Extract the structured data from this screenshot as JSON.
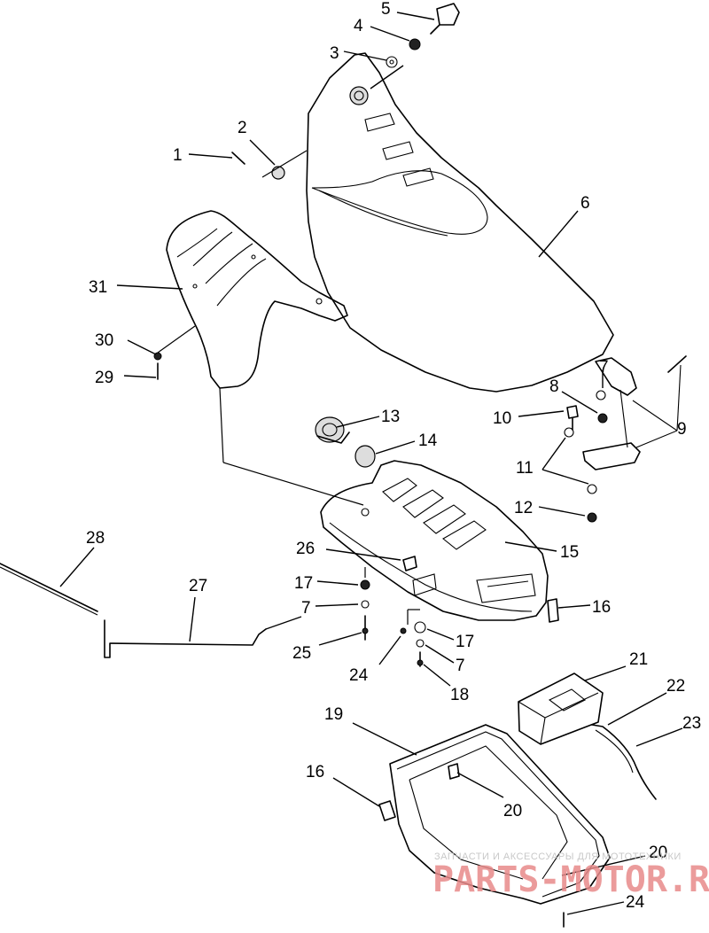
{
  "callouts": [
    {
      "id": "c1",
      "label": "1"
    },
    {
      "id": "c2",
      "label": "2"
    },
    {
      "id": "c3",
      "label": "3"
    },
    {
      "id": "c4",
      "label": "4"
    },
    {
      "id": "c5",
      "label": "5"
    },
    {
      "id": "c6",
      "label": "6"
    },
    {
      "id": "c7a",
      "label": "7"
    },
    {
      "id": "c8",
      "label": "8"
    },
    {
      "id": "c9",
      "label": "9"
    },
    {
      "id": "c10",
      "label": "10"
    },
    {
      "id": "c11",
      "label": "11"
    },
    {
      "id": "c12",
      "label": "12"
    },
    {
      "id": "c13",
      "label": "13"
    },
    {
      "id": "c14",
      "label": "14"
    },
    {
      "id": "c15",
      "label": "15"
    },
    {
      "id": "c16a",
      "label": "16"
    },
    {
      "id": "c17a",
      "label": "17"
    },
    {
      "id": "c7b",
      "label": "7"
    },
    {
      "id": "c25",
      "label": "25"
    },
    {
      "id": "c26",
      "label": "26"
    },
    {
      "id": "c24a",
      "label": "24"
    },
    {
      "id": "c17b",
      "label": "17"
    },
    {
      "id": "c7c",
      "label": "7"
    },
    {
      "id": "c18",
      "label": "18"
    },
    {
      "id": "c21",
      "label": "21"
    },
    {
      "id": "c22",
      "label": "22"
    },
    {
      "id": "c23",
      "label": "23"
    },
    {
      "id": "c19",
      "label": "19"
    },
    {
      "id": "c16b",
      "label": "16"
    },
    {
      "id": "c20a",
      "label": "20"
    },
    {
      "id": "c20b",
      "label": "20"
    },
    {
      "id": "c24b",
      "label": "24"
    },
    {
      "id": "c27",
      "label": "27"
    },
    {
      "id": "c28",
      "label": "28"
    },
    {
      "id": "c29",
      "label": "29"
    },
    {
      "id": "c30",
      "label": "30"
    },
    {
      "id": "c31",
      "label": "31"
    }
  ],
  "watermark": {
    "caption": "ЗАПЧАСТИ И АКСЕССУАРЫ ДЛЯ МОТОТЕХНИКИ",
    "logo_text": "PARTS-MOTOR.RU",
    "logo_color": "#e88a8a"
  }
}
